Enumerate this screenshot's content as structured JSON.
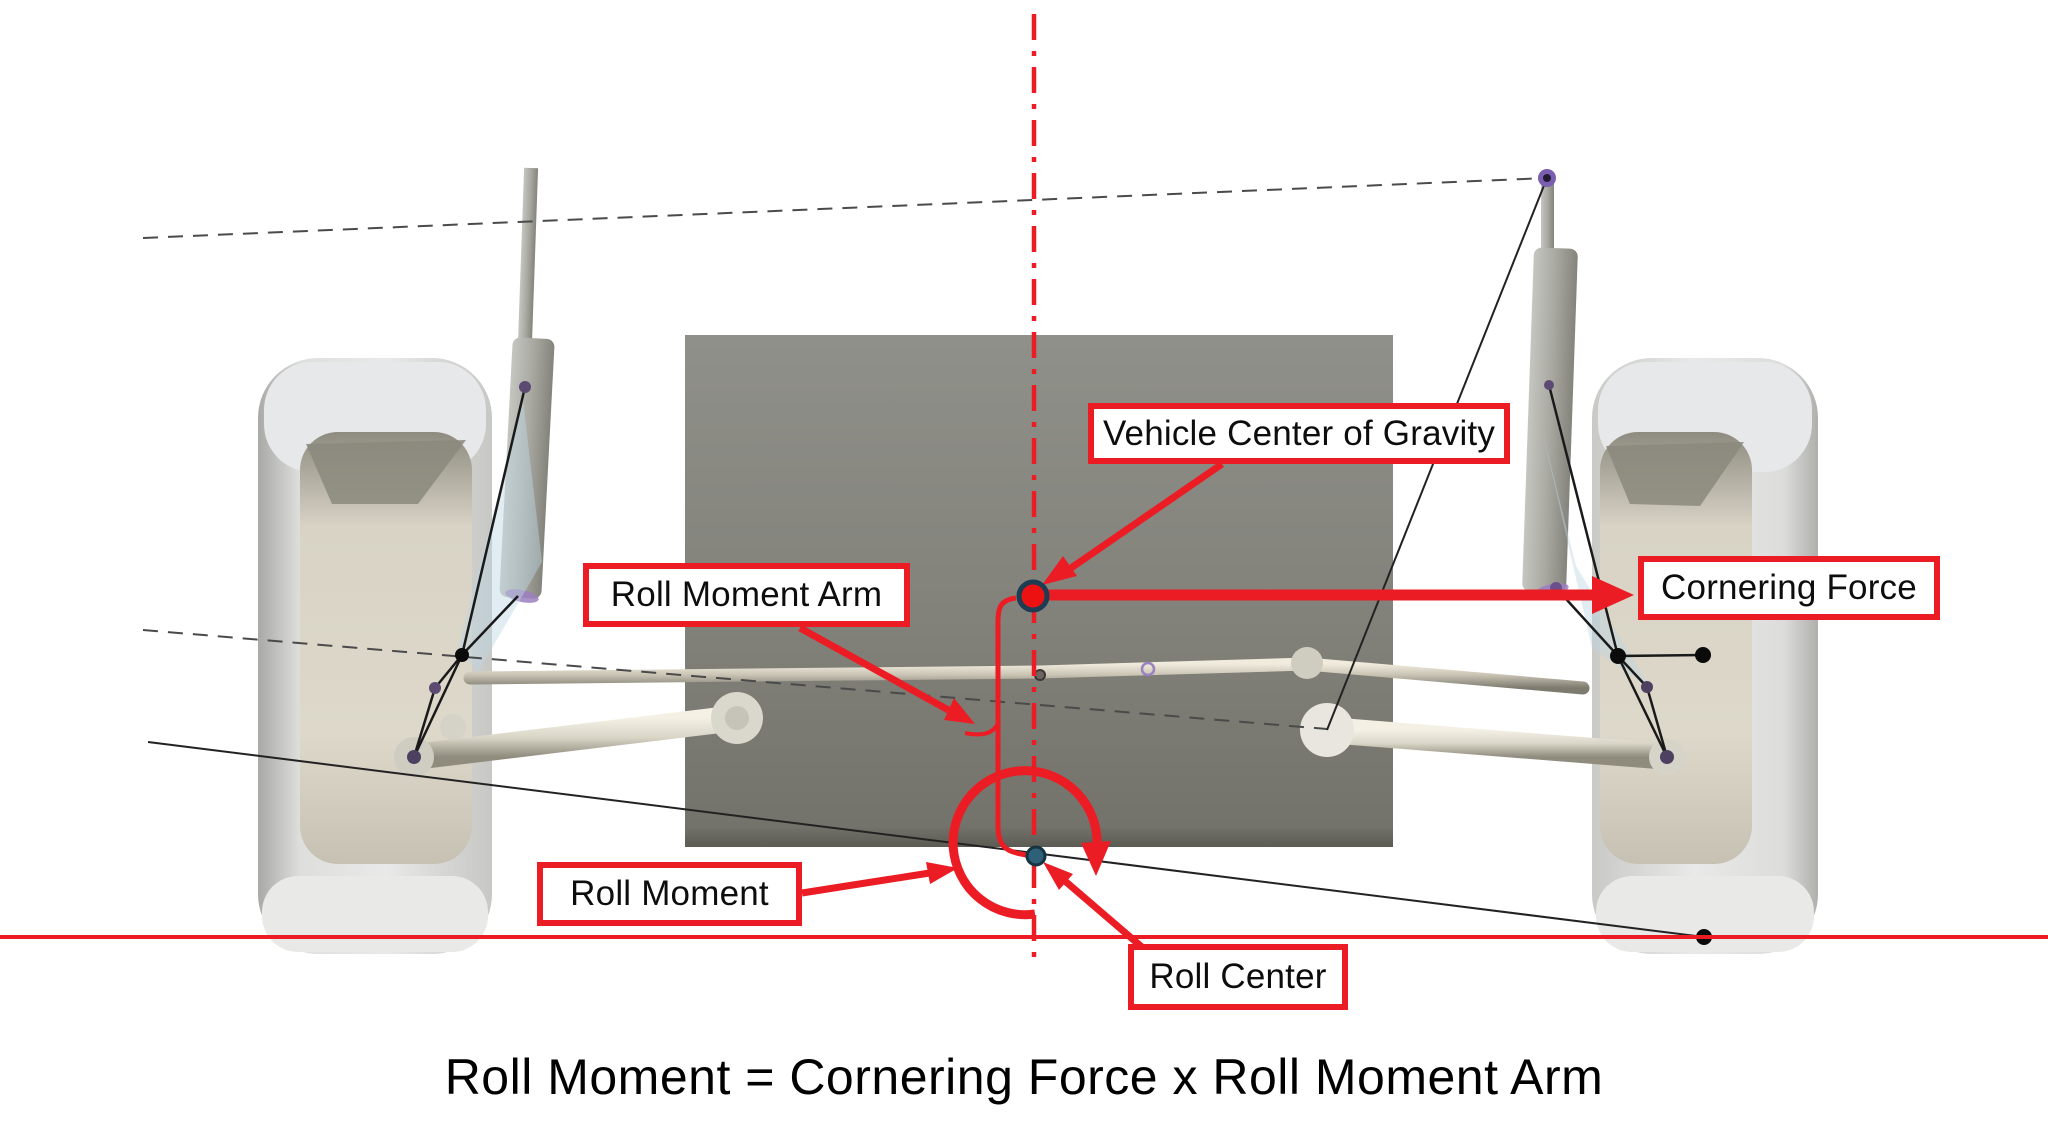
{
  "diagram": {
    "equation": "Roll Moment = Cornering Force x Roll Moment Arm",
    "labels": {
      "vehicle_center_of_gravity": "Vehicle Center of Gravity",
      "cornering_force": "Cornering Force",
      "roll_moment_arm": "Roll Moment Arm",
      "roll_moment": "Roll Moment",
      "roll_center": "Roll Center"
    },
    "colors": {
      "annotation_red": "#EC1C24",
      "chassis_gray": "#85857D",
      "construction_line": "#2A2A2A",
      "cg_dot_fill": "#EE1111",
      "cg_dot_ring": "#1E3C52",
      "roll_center_dot": "#2E6077",
      "background": "#FFFFFF"
    }
  }
}
